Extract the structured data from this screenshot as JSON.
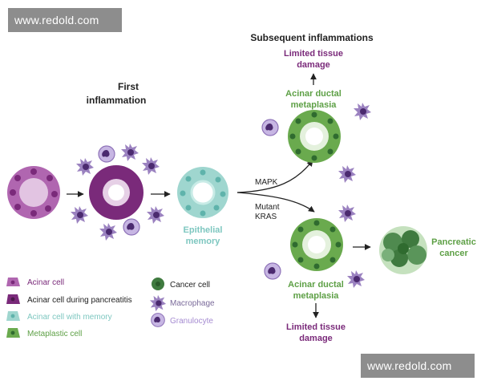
{
  "watermark": "www.redold.com",
  "headings": {
    "first_line1": "First",
    "first_line2": "inflammation",
    "subsequent": "Subsequent inflammations"
  },
  "labels": {
    "limited_top_line1": "Limited tissue",
    "limited_top_line2": "damage",
    "adm_top_line1": "Acinar ductal",
    "adm_top_line2": "metaplasia",
    "mapk": "MAPK",
    "mutant_line1": "Mutant",
    "mutant_line2": "KRAS",
    "epithelial_line1": "Epithelial",
    "epithelial_line2": "memory",
    "pancreatic_line1": "Pancreatic",
    "pancreatic_line2": "cancer",
    "adm_bottom_line1": "Acinar ductal",
    "adm_bottom_line2": "metaplasia",
    "limited_bottom_line1": "Limited tissue",
    "limited_bottom_line2": "damage"
  },
  "legend": {
    "acinar": "Acinar cell",
    "pancreatitis": "Acinar cell during pancreatitis",
    "memory": "Acinar cell with memory",
    "metaplastic": "Metaplastic cell",
    "cancer": "Cancer cell",
    "macrophage": "Macrophage",
    "granulocyte": "Granulocyte"
  },
  "colors": {
    "acinar": "#b066b0",
    "pancreatitis": "#7a2a7a",
    "memory": "#9fd6cf",
    "metaplastic": "#6aaa4e",
    "cancer": "#3f7a3f",
    "macrophage": "#9b82c0",
    "granulocyte": "#a58bd1",
    "label_purple": "#7a2a7a",
    "label_teal": "#7ec7c0",
    "label_green": "#5ea046"
  }
}
